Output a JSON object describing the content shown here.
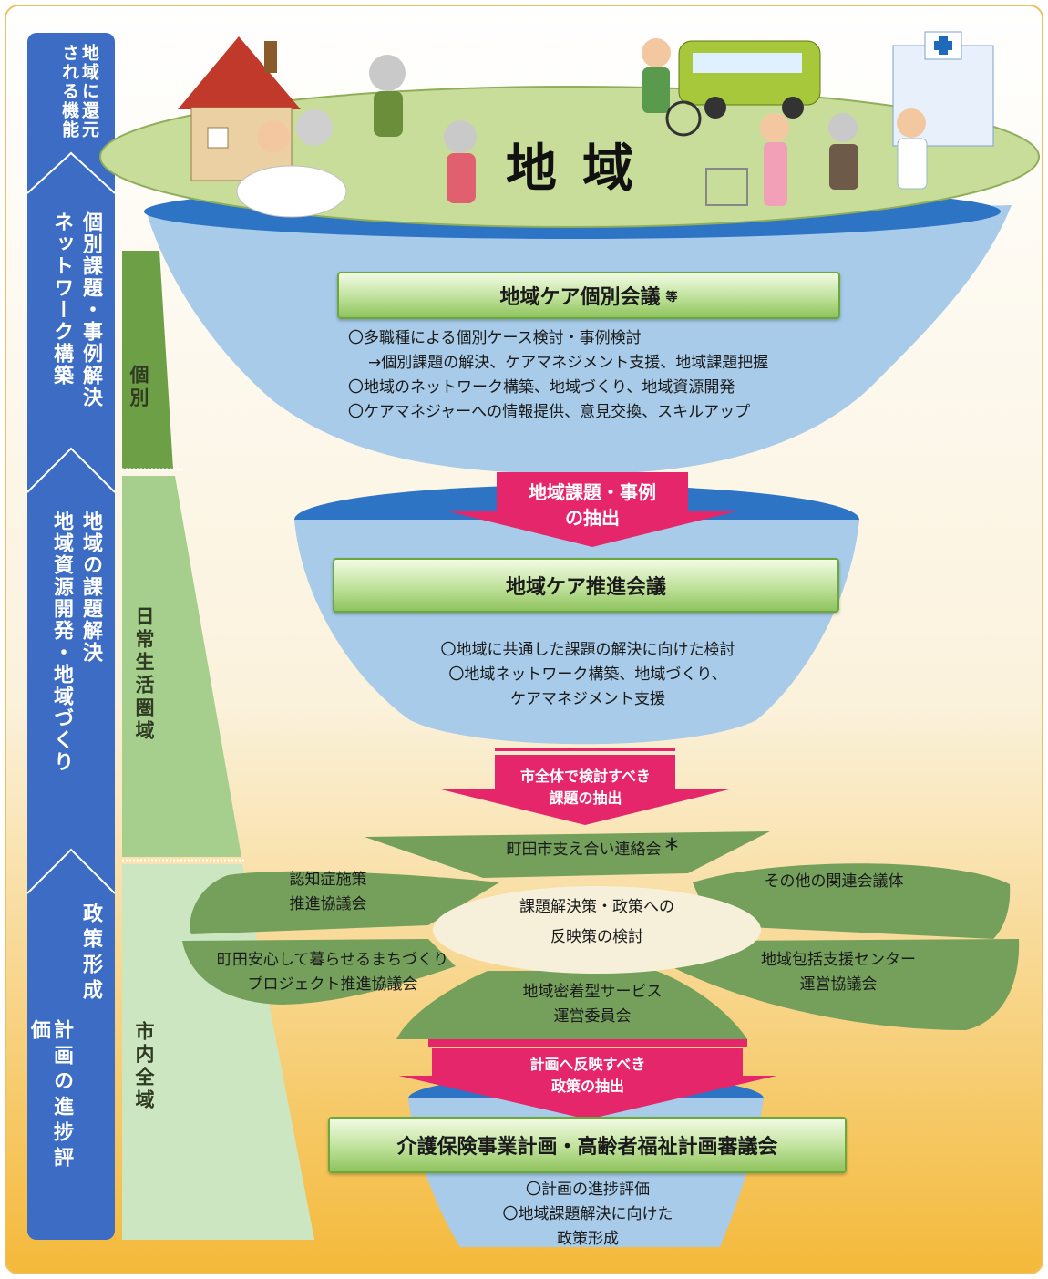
{
  "region": {
    "title": "地域"
  },
  "left_bar": {
    "return_label": "地域に還元される機能",
    "stages": [
      {
        "line1": "個別課題・事例解決",
        "line2": "ネットワーク構築"
      },
      {
        "line1": "地域の課題解決",
        "line2": "地域資源開発・地域づくり"
      },
      {
        "line1": "政策形成",
        "line2": "計画の進捗評価"
      }
    ]
  },
  "scope_labels": [
    "個別",
    "日常生活圏域",
    "市内全域"
  ],
  "meeting1": {
    "title": "地域ケア個別会議",
    "title_suffix": "等",
    "items": [
      "〇多職種による個別ケース検討・事例検討",
      "→個別課題の解決、ケアマネジメント支援、地域課題把握",
      "〇地域のネットワーク構築、地域づくり、地域資源開発",
      "〇ケアマネジャーへの情報提供、意見交換、スキルアップ"
    ]
  },
  "arrow1": {
    "line1": "地域課題・事例",
    "line2": "の抽出"
  },
  "meeting2": {
    "title": "地域ケア推進会議",
    "items": [
      "〇地域に共通した課題の解決に向けた検討",
      "〇地域ネットワーク構築、地域づくり、",
      "ケアマネジメント支援"
    ]
  },
  "arrow2": {
    "line1": "市全体で検討すべき",
    "line2": "課題の抽出"
  },
  "council": {
    "center_line1": "課題解決策・政策への",
    "center_line2": "反映策の検討",
    "top": "町田市支え合い連絡会",
    "top_mark": "*",
    "upper_left_1": "認知症施策",
    "upper_left_2": "推進協議会",
    "lower_left_1": "町田安心して暮らせるまちづくり",
    "lower_left_2": "プロジェクト推進協議会",
    "bottom_1": "地域密着型サービス",
    "bottom_2": "運営委員会",
    "upper_right": "その他の関連会議体",
    "lower_right_1": "地域包括支援センター",
    "lower_right_2": "運営協議会"
  },
  "arrow3": {
    "line1": "計画へ反映すべき",
    "line2": "政策の抽出"
  },
  "meeting3": {
    "title": "介護保険事業計画・高齢者福祉計画審議会",
    "items": [
      "〇計画の進捗評価",
      "〇地域課題解決に向けた",
      "政策形成"
    ]
  },
  "colors": {
    "left_bar": "#3c6cc4",
    "funnel": "#a7cbe8",
    "funnel_rim": "#2e74c5",
    "region_disc": "#c9dd9b",
    "arrow": "#e6266b",
    "petal": "#74a05c",
    "title_button": "#bfe19a"
  }
}
